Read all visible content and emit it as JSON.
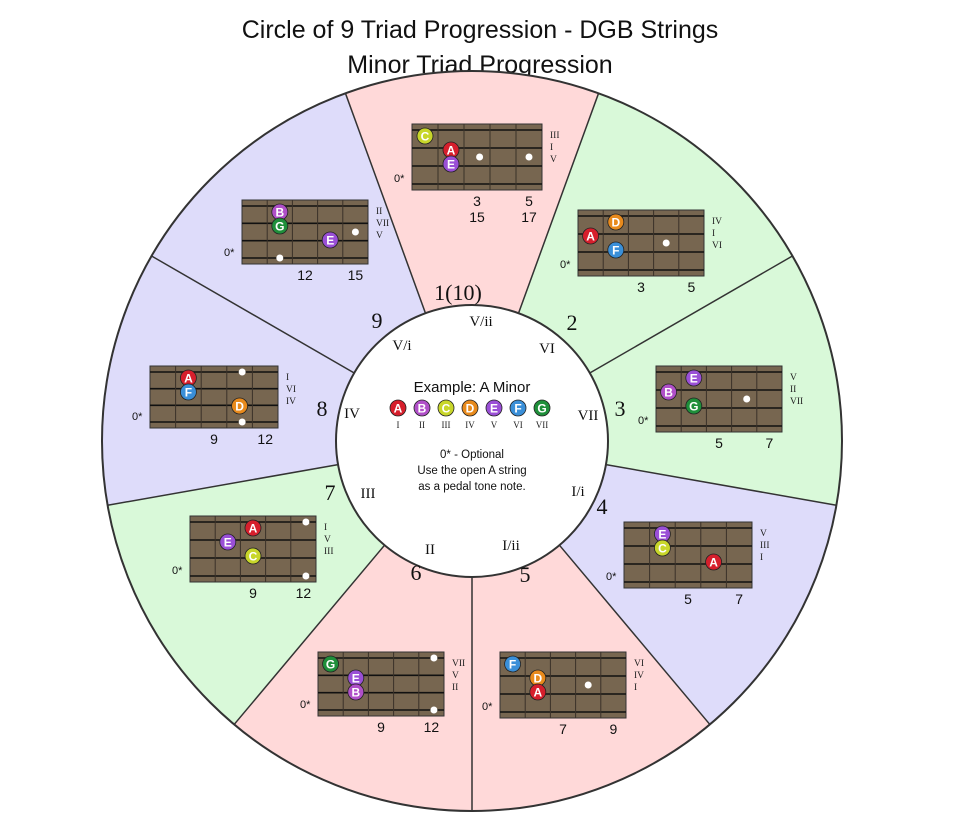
{
  "title": "Circle of 9 Triad Progression - DGB Strings",
  "subtitle": "Minor Triad Progression",
  "center": {
    "example_label": "Example: A Minor",
    "notes": [
      {
        "letter": "A",
        "numeral": "I",
        "color": "#d61f2c"
      },
      {
        "letter": "B",
        "numeral": "II",
        "color": "#b04fc8"
      },
      {
        "letter": "C",
        "numeral": "III",
        "color": "#c8d62a"
      },
      {
        "letter": "D",
        "numeral": "IV",
        "color": "#e88a1c"
      },
      {
        "letter": "E",
        "numeral": "V",
        "color": "#9a4fd6"
      },
      {
        "letter": "F",
        "numeral": "VI",
        "color": "#3a8fd8"
      },
      {
        "letter": "G",
        "numeral": "VII",
        "color": "#1f8f3a"
      }
    ],
    "note_line1": "0* - Optional",
    "note_line2": "Use the open A string",
    "note_line3": "as a pedal tone note."
  },
  "colors": {
    "pink": "#ffd9d9",
    "green": "#d9f9d9",
    "blue": "#dedcfa",
    "fretboard": "#776650"
  },
  "segments": [
    {
      "number": "1(10)",
      "numeral": "V/ii",
      "fill": "pink",
      "frets": [
        "3",
        "5"
      ],
      "frets2": [
        "15",
        "17"
      ],
      "stack": [
        "III",
        "I",
        "V"
      ],
      "open": "0*",
      "notes": [
        {
          "l": "C",
          "s": 0,
          "f": 0.1
        },
        {
          "l": "A",
          "s": 1,
          "f": 0.3
        },
        {
          "l": "E",
          "s": 2,
          "f": 0.3
        }
      ],
      "dots": [
        {
          "s": 1.5,
          "f": 0.52
        },
        {
          "s": 1.5,
          "f": 0.9
        }
      ]
    },
    {
      "number": "2",
      "numeral": "VI",
      "fill": "green",
      "frets": [
        "3",
        "5"
      ],
      "stack": [
        "IV",
        "I",
        "VI"
      ],
      "open": "0*",
      "notes": [
        {
          "l": "D",
          "s": 0,
          "f": 0.3
        },
        {
          "l": "A",
          "s": 1,
          "f": 0.1
        },
        {
          "l": "F",
          "s": 2,
          "f": 0.3
        }
      ],
      "dots": [
        {
          "s": 1.5,
          "f": 0.7
        }
      ]
    },
    {
      "number": "3",
      "numeral": "VII",
      "fill": "green",
      "frets": [
        "5",
        "7"
      ],
      "stack": [
        "V",
        "II",
        "VII"
      ],
      "open": "0*",
      "notes": [
        {
          "l": "E",
          "s": 0,
          "f": 0.3
        },
        {
          "l": "B",
          "s": 1,
          "f": 0.1
        },
        {
          "l": "G",
          "s": 2,
          "f": 0.3
        }
      ],
      "dots": [
        {
          "s": 1.5,
          "f": 0.72
        }
      ]
    },
    {
      "number": "4",
      "numeral": "I/i",
      "fill": "blue",
      "frets": [
        "5",
        "7"
      ],
      "stack": [
        "V",
        "III",
        "I"
      ],
      "open": "0*",
      "notes": [
        {
          "l": "E",
          "s": 0,
          "f": 0.3
        },
        {
          "l": "C",
          "s": 1,
          "f": 0.3
        },
        {
          "l": "A",
          "s": 2,
          "f": 0.7
        }
      ],
      "dots": []
    },
    {
      "number": "5",
      "numeral": "I/ii",
      "fill": "pink",
      "frets": [
        "7",
        "9"
      ],
      "stack": [
        "VI",
        "IV",
        "I"
      ],
      "open": "0*",
      "notes": [
        {
          "l": "F",
          "s": 0,
          "f": 0.1
        },
        {
          "l": "D",
          "s": 1,
          "f": 0.3
        },
        {
          "l": "A",
          "s": 2,
          "f": 0.3
        }
      ],
      "dots": [
        {
          "s": 1.5,
          "f": 0.7
        }
      ]
    },
    {
      "number": "6",
      "numeral": "II",
      "fill": "pink",
      "frets": [
        "9",
        "12"
      ],
      "stack": [
        "VII",
        "V",
        "II"
      ],
      "open": "0*",
      "notes": [
        {
          "l": "G",
          "s": 0,
          "f": 0.1
        },
        {
          "l": "E",
          "s": 1,
          "f": 0.3
        },
        {
          "l": "B",
          "s": 2,
          "f": 0.3
        }
      ],
      "dots": [
        {
          "s": 0,
          "f": 0.92
        },
        {
          "s": 3,
          "f": 0.92
        }
      ]
    },
    {
      "number": "7",
      "numeral": "III",
      "fill": "green",
      "frets": [
        "9",
        "12"
      ],
      "stack": [
        "I",
        "V",
        "III"
      ],
      "open": "0*",
      "notes": [
        {
          "l": "A",
          "s": 0,
          "f": 0.5
        },
        {
          "l": "E",
          "s": 1,
          "f": 0.3
        },
        {
          "l": "C",
          "s": 2,
          "f": 0.5
        }
      ],
      "dots": [
        {
          "s": 0,
          "f": 0.92
        },
        {
          "s": 3,
          "f": 0.92
        }
      ]
    },
    {
      "number": "8",
      "numeral": "IV",
      "fill": "blue",
      "frets": [
        "9",
        "12"
      ],
      "stack": [
        "I",
        "VI",
        "IV"
      ],
      "open": "0*",
      "notes": [
        {
          "l": "A",
          "s": 0,
          "f": 0.3
        },
        {
          "l": "F",
          "s": 1,
          "f": 0.3
        },
        {
          "l": "D",
          "s": 2,
          "f": 0.7
        }
      ],
      "dots": [
        {
          "s": 0,
          "f": 0.72
        },
        {
          "s": 3,
          "f": 0.72
        }
      ]
    },
    {
      "number": "9",
      "numeral": "V/i",
      "fill": "blue",
      "frets": [
        "12",
        "15"
      ],
      "stack": [
        "II",
        "VII",
        "V"
      ],
      "open": "0*",
      "notes": [
        {
          "l": "B",
          "s": 0,
          "f": 0.3
        },
        {
          "l": "G",
          "s": 1,
          "f": 0.3
        },
        {
          "l": "E",
          "s": 2,
          "f": 0.7
        }
      ],
      "dots": [
        {
          "s": 1.5,
          "f": 0.9
        },
        {
          "s": 3,
          "f": 0.3
        }
      ]
    }
  ]
}
